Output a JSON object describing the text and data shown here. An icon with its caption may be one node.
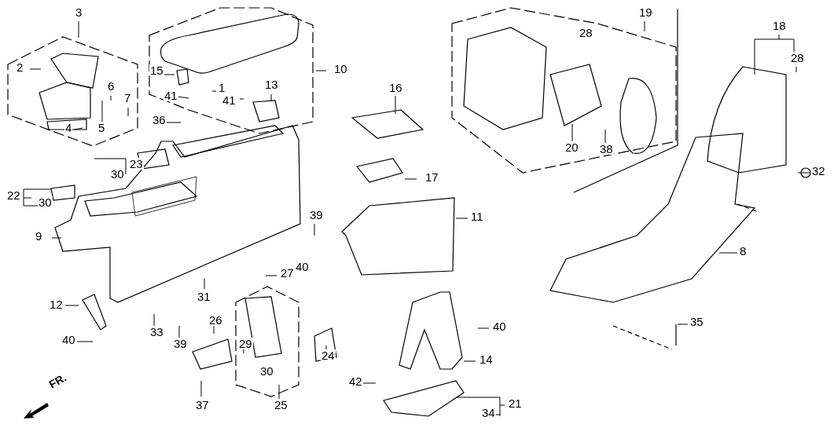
{
  "diagram": {
    "labels": [
      "3",
      "19",
      "18",
      "28",
      "28",
      "2",
      "15",
      "10",
      "6",
      "1",
      "13",
      "16",
      "7",
      "41",
      "41",
      "36",
      "4",
      "5",
      "20",
      "38",
      "23",
      "30",
      "17",
      "22",
      "30",
      "11",
      "32",
      "9",
      "39",
      "8",
      "40",
      "27",
      "31",
      "12",
      "33",
      "40",
      "26",
      "29",
      "24",
      "39",
      "40",
      "35",
      "14",
      "30",
      "42",
      "37",
      "25",
      "21",
      "34",
      "FR."
    ]
  }
}
